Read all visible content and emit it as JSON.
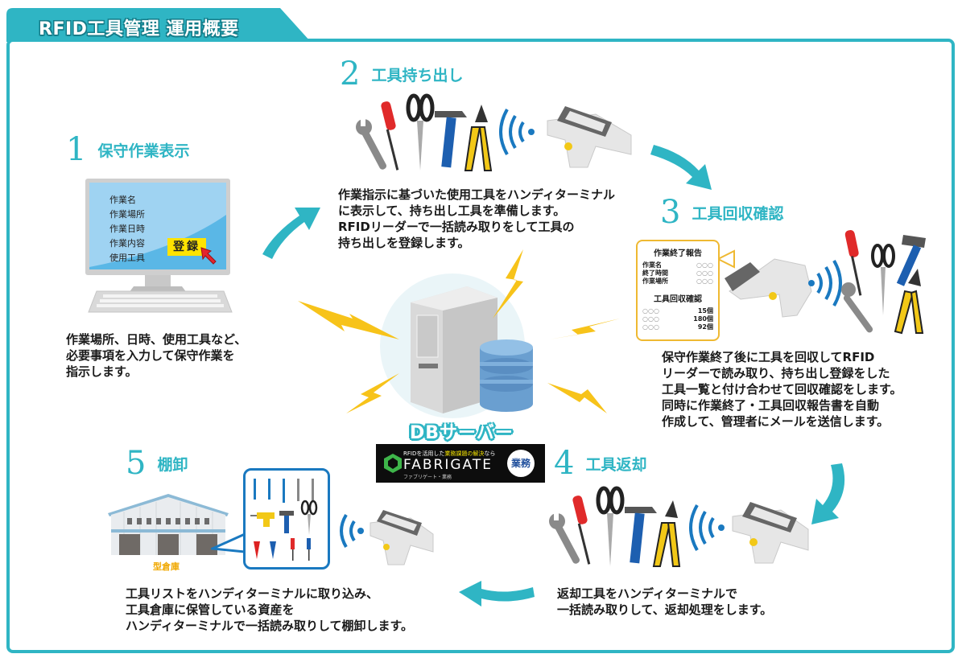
{
  "header": {
    "title": "RFID工具管理 運用概要"
  },
  "colors": {
    "accent": "#2fb5c4",
    "lightning": "#f7c31a",
    "wave": "#1a79c0",
    "report_border": "#efb932"
  },
  "steps": [
    {
      "number": "1",
      "title": "保守作業表示",
      "screen_fields": [
        "作業名",
        "作業場所",
        "作業日時",
        "作業内容",
        "使用工具"
      ],
      "screen_button": "登録",
      "description": [
        "作業場所、日時、使用工具など、",
        "必要事項を入力して保守作業を",
        "指示します。"
      ]
    },
    {
      "number": "2",
      "title": "工具持ち出し",
      "description": [
        "作業指示に基づいた使用工具をハンディターミナル",
        "に表示して、持ち出し工具を準備します。",
        "RFIDリーダーで一括読み取りをして工具の",
        "持ち出しを登録します。"
      ]
    },
    {
      "number": "3",
      "title": "工具回収確認",
      "report": {
        "title": "作業終了報告",
        "rows": [
          {
            "label": "作業名",
            "value": "○○○"
          },
          {
            "label": "終了時間",
            "value": "○○○"
          },
          {
            "label": "作業場所",
            "value": "○○○"
          }
        ],
        "check_title": "工具回収確認",
        "check_rows": [
          {
            "label": "○○○",
            "value": "15個"
          },
          {
            "label": "○○○",
            "value": "180個"
          },
          {
            "label": "○○○",
            "value": "92個"
          }
        ]
      },
      "description": [
        "保守作業終了後に工具を回収してRFID",
        "リーダーで読み取り、持ち出し登録をした",
        "工具一覧と付け合わせて回収確認をします。",
        "同時に作業終了・工具回収報告書を自動",
        "作成して、管理者にメールを送信します。"
      ]
    },
    {
      "number": "4",
      "title": "工具返却",
      "description": [
        "返却工具をハンディターミナルで",
        "一括読み取りして、返却処理をします。"
      ]
    },
    {
      "number": "5",
      "title": "棚卸",
      "warehouse_label": "型倉庫",
      "description": [
        "工具リストをハンディターミナルに取り込み、",
        "工具倉庫に保管している資産を",
        "ハンディターミナルで一括読み取りして棚卸します。"
      ]
    }
  ],
  "center": {
    "label": "DBサーバー",
    "banner": {
      "tagline_pre": "RFIDを活用した",
      "tagline_highlight": "業務課題の解決",
      "tagline_post": "なら",
      "brand": "FABRIGATE",
      "kana": "ファブリゲート・業務",
      "badge": "業務"
    }
  },
  "icons": [
    "computer-icon",
    "keyboard-icon",
    "wrench-icon",
    "screwdriver-icon",
    "scissors-icon",
    "hammer-icon",
    "pliers-icon",
    "rfid-wave-icon",
    "handheld-reader-icon",
    "server-icon",
    "database-icon",
    "lightning-icon",
    "warehouse-icon",
    "drill-icon",
    "flow-arrow-icon"
  ]
}
